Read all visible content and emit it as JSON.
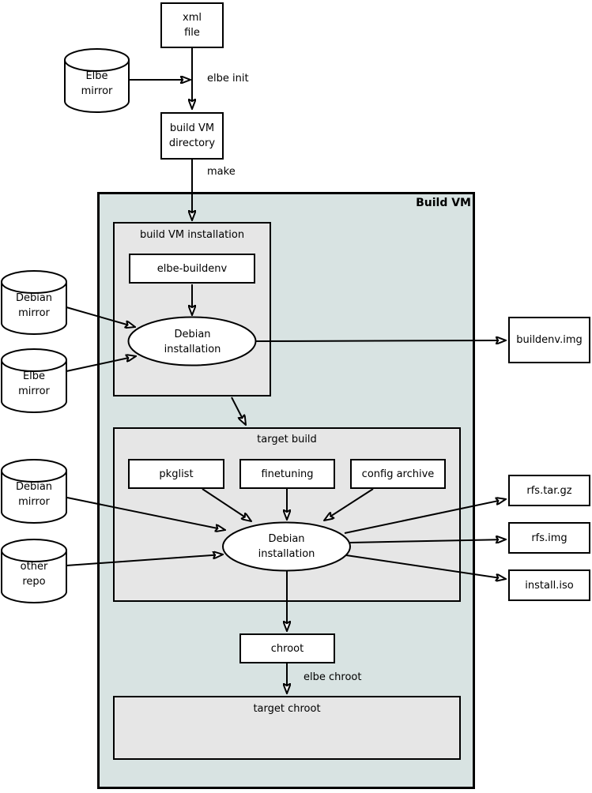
{
  "colors": {
    "build_vm_bg": "#d8e3e2",
    "cluster_bg": "#e6e6e6",
    "node_bg": "#ffffff",
    "stroke": "#000000"
  },
  "containers": {
    "build_vm": {
      "label": "Build VM"
    },
    "build_vm_installation": {
      "label": "build VM installation"
    },
    "target_build": {
      "label": "target build"
    },
    "target_chroot": {
      "label": "target chroot"
    }
  },
  "nodes": {
    "xml_file": {
      "label": "xml\nfile"
    },
    "elbe_mirror_top": {
      "label": "Elbe\nmirror"
    },
    "build_vm_directory": {
      "label": "build VM\ndirectory"
    },
    "elbe_buildenv": {
      "label": "elbe-buildenv"
    },
    "debian_installation_1": {
      "label": "Debian\ninstallation"
    },
    "debian_mirror_1": {
      "label": "Debian\nmirror"
    },
    "elbe_mirror_2": {
      "label": "Elbe\nmirror"
    },
    "buildenv_img": {
      "label": "buildenv.img"
    },
    "pkglist": {
      "label": "pkglist"
    },
    "finetuning": {
      "label": "finetuning"
    },
    "config_archive": {
      "label": "config archive"
    },
    "debian_installation_2": {
      "label": "Debian\ninstallation"
    },
    "debian_mirror_2": {
      "label": "Debian\nmirror"
    },
    "other_repo": {
      "label": "other\nrepo"
    },
    "rfs_tar_gz": {
      "label": "rfs.tar.gz"
    },
    "rfs_img": {
      "label": "rfs.img"
    },
    "install_iso": {
      "label": "install.iso"
    },
    "chroot": {
      "label": "chroot"
    }
  },
  "edge_labels": {
    "elbe_init": "elbe init",
    "make": "make",
    "elbe_chroot": "elbe chroot"
  }
}
